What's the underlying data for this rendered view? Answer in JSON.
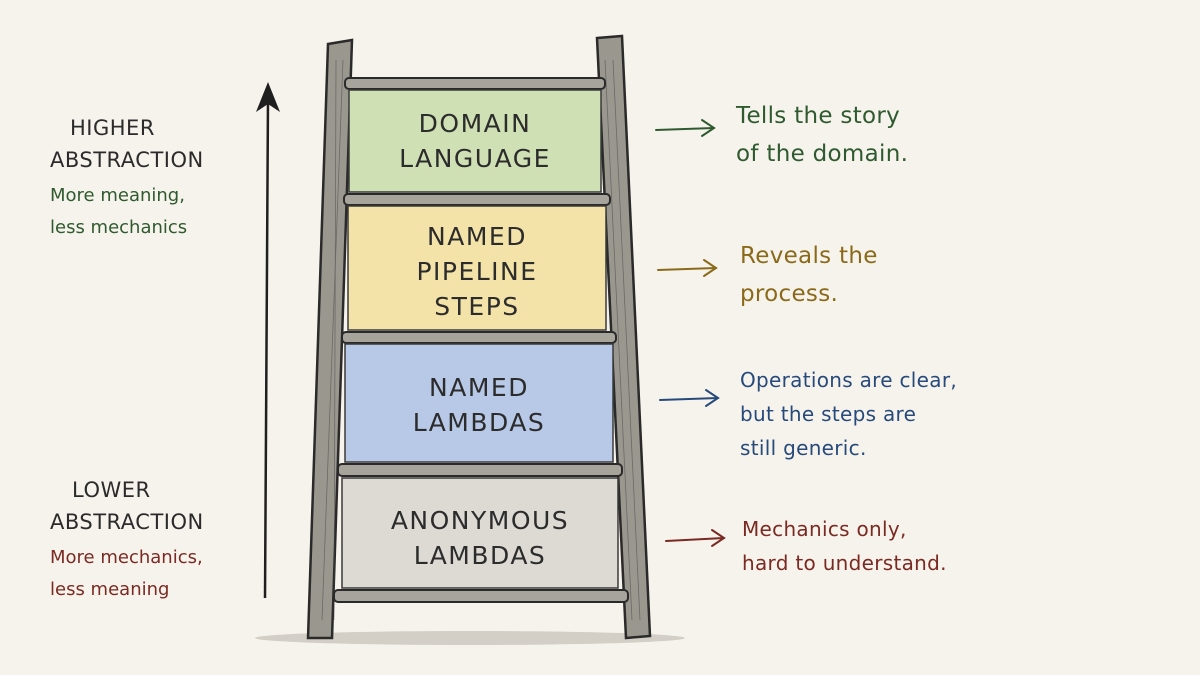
{
  "left_labels": {
    "higher": {
      "title_line1": "HIGHER",
      "title_line2": "ABSTRACTION",
      "sub_line1": "More meaning,",
      "sub_line2": "less mechanics",
      "color": "#2f5a2f"
    },
    "lower": {
      "title_line1": "LOWER",
      "title_line2": "ABSTRACTION",
      "sub_line1": "More mechanics,",
      "sub_line2": "less meaning",
      "color": "#7a2a22"
    }
  },
  "rungs": [
    {
      "line1": "DOMAIN",
      "line2": "LANGUAGE",
      "line3": "",
      "fill": "#cfe0b4",
      "desc_line1": "Tells the story",
      "desc_line2": "of the domain.",
      "desc_line3": "",
      "color": "#2f5a2f"
    },
    {
      "line1": "NAMED",
      "line2": "PIPELINE",
      "line3": "STEPS",
      "fill": "#f4e3a8",
      "desc_line1": "Reveals the",
      "desc_line2": "process.",
      "desc_line3": "",
      "color": "#8a6a1a"
    },
    {
      "line1": "NAMED",
      "line2": "LAMBDAS",
      "line3": "",
      "fill": "#b7c9e6",
      "desc_line1": "Operations are clear,",
      "desc_line2": "but the steps are",
      "desc_line3": "still generic.",
      "color": "#274a7a"
    },
    {
      "line1": "ANONYMOUS",
      "line2": "LAMBDAS",
      "line3": "",
      "fill": "#dcdad3",
      "desc_line1": "Mechanics only,",
      "desc_line2": "hard to understand.",
      "desc_line3": "",
      "color": "#7a2a22"
    }
  ]
}
